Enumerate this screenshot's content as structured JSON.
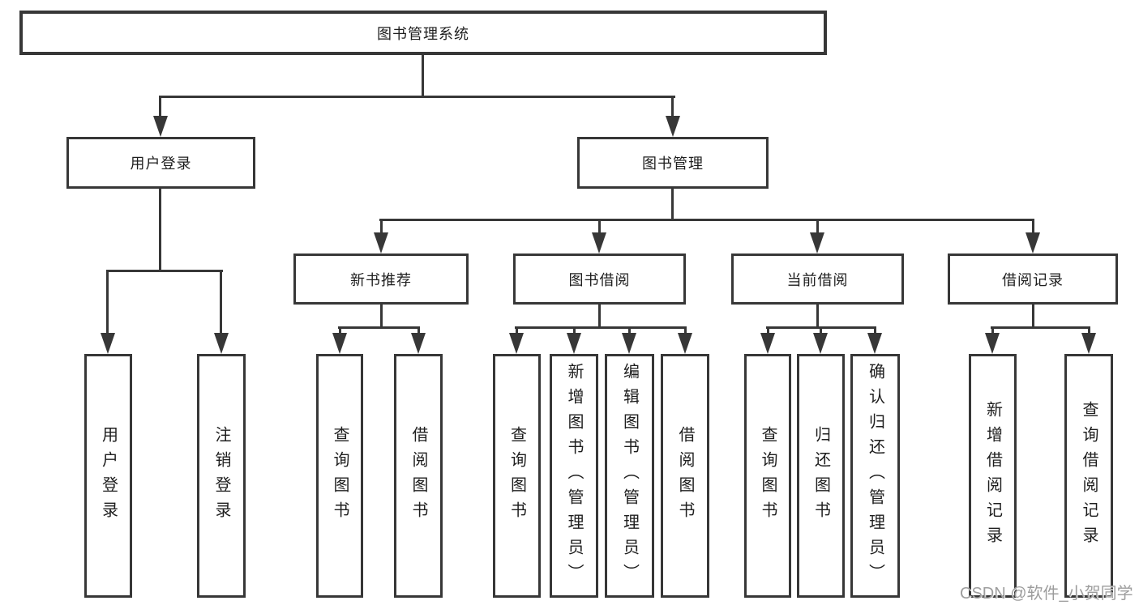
{
  "diagram_type": "functional-structure-tree",
  "colors": {
    "line": "#373737",
    "box_border": "#373737",
    "box_fill": "#ffffff",
    "text": "#1e1e1e",
    "watermark": "#9d9d9d"
  },
  "tree": {
    "label": "图书管理系统",
    "children": [
      {
        "label": "用户登录",
        "children": [
          {
            "label": "用户登录"
          },
          {
            "label": "注销登录"
          }
        ]
      },
      {
        "label": "图书管理",
        "children": [
          {
            "label": "新书推荐",
            "children": [
              {
                "label": "查询图书"
              },
              {
                "label": "借阅图书"
              }
            ]
          },
          {
            "label": "图书借阅",
            "children": [
              {
                "label": "查询图书"
              },
              {
                "label": "新增图书（管理员）"
              },
              {
                "label": "编辑图书（管理员）"
              },
              {
                "label": "借阅图书"
              }
            ]
          },
          {
            "label": "当前借阅",
            "children": [
              {
                "label": "查询图书"
              },
              {
                "label": "归还图书"
              },
              {
                "label": "确认归还（管理员）"
              }
            ]
          },
          {
            "label": "借阅记录",
            "children": [
              {
                "label": "新增借阅记录"
              },
              {
                "label": "查询借阅记录"
              }
            ]
          }
        ]
      }
    ]
  },
  "watermark": {
    "text": "CSDN @软件_小贺同学"
  }
}
